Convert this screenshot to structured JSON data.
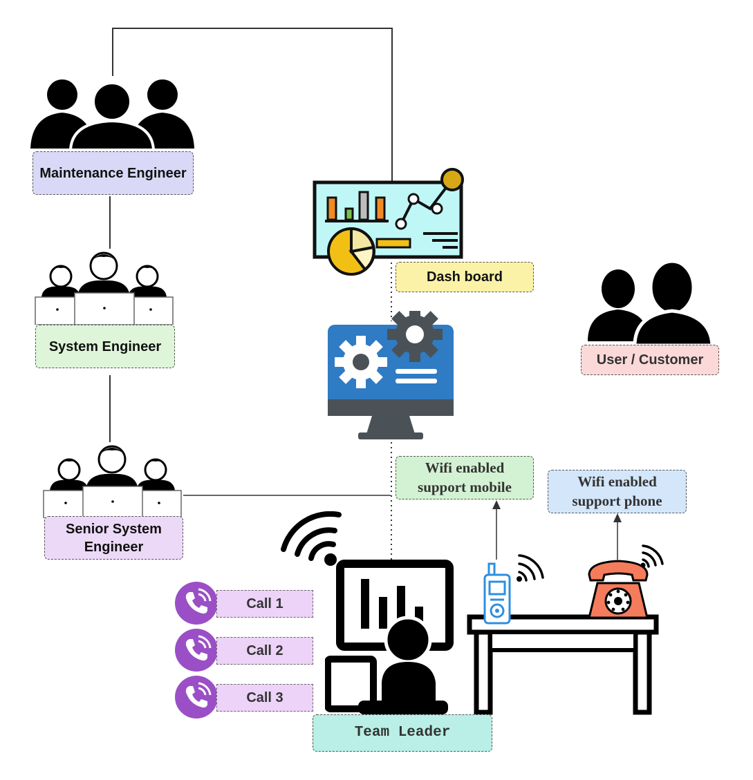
{
  "labels": {
    "maintenance_engineer": "Maintenance Engineer",
    "system_engineer": "System Engineer",
    "senior_system_engineer": "Senior System Engineer",
    "dash_board": "Dash board",
    "user_customer": "User / Customer",
    "wifi_mobile": "Wifi enabled support mobile",
    "wifi_phone": "Wifi enabled support phone",
    "team_leader": "Team Leader"
  },
  "calls": [
    "Call 1",
    "Call 2",
    "Call 3"
  ],
  "colors": {
    "maintenance_bg": "#d9d9f7",
    "system_bg": "#dff5d9",
    "senior_bg": "#ecd9f7",
    "dashboard_bg": "#fbf2a8",
    "user_bg": "#fbd9d9",
    "wifi_mobile_bg": "#d3f2d3",
    "wifi_phone_bg": "#d3e6fa",
    "team_leader_bg": "#b9efe6",
    "call_bg": "#ecd3f7",
    "call_icon": "#9b4fc6",
    "monitor_blue": "#2f7bc4",
    "dashboard_screen": "#bff7f7",
    "phone_red": "#f47c5c",
    "mobile_blue": "#2d8fe0"
  },
  "icons": [
    "group-icon",
    "engineers-at-laptops-icon",
    "dashboard-icon",
    "settings-monitor-icon",
    "users-icon",
    "wifi-icon",
    "team-leader-workstation-icon",
    "walkie-talkie-icon",
    "telephone-icon",
    "desk-icon",
    "phone-call-icon"
  ]
}
